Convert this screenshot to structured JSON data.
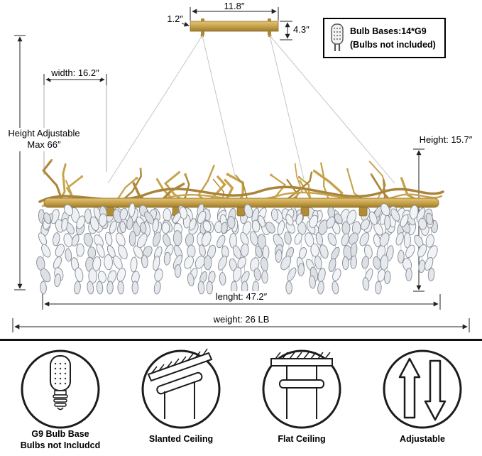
{
  "colors": {
    "gold": "#c7a24b",
    "line": "#222222",
    "crystal": "#edeff2"
  },
  "canopy": {
    "width_label": "11.8″",
    "thickness_label": "1.2″",
    "drop_label": "4.3″"
  },
  "bulb_box": {
    "line1": "Bulb Bases:14*G9",
    "line2": "(Bulbs not included)"
  },
  "fixture": {
    "depth_label": "width: 16.2″",
    "height_adjustable_line1": "Height Adjustable",
    "height_adjustable_line2": "Max 66″",
    "height_label": "Height: 15.7″",
    "length_label": "lenght: 47.2″",
    "weight_label": "weight: 26 LB"
  },
  "features": [
    {
      "icon": "g9-bulb-icon",
      "label1": "G9 Bulb Base",
      "label2": "Bulbs not Includcd"
    },
    {
      "icon": "slanted-ceiling-icon",
      "label1": "Slanted Ceiling"
    },
    {
      "icon": "flat-ceiling-icon",
      "label1": "Flat Ceiling"
    },
    {
      "icon": "adjustable-arrows-icon",
      "label1": "Adjustable"
    }
  ]
}
